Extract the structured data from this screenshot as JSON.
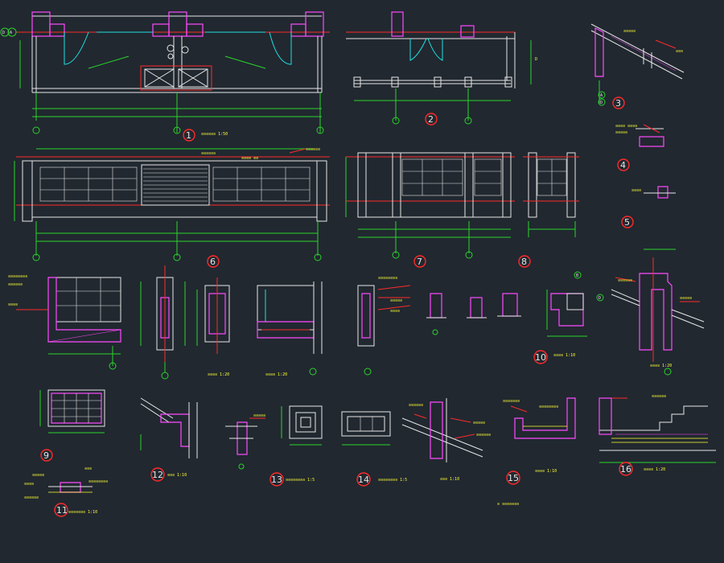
{
  "drawing": {
    "background": "#212830",
    "colors": {
      "wall": "#ff4aff",
      "line": "#e6e6e6",
      "dim": "#2ad42a",
      "axis": "#ff2a2a",
      "glass": "#1ee0e0",
      "text": "#ffff33"
    },
    "axis_labels": {
      "d_left": "D",
      "a_left": "A",
      "b_right": "B",
      "a_d": "A",
      "d_d": "D",
      "d_right": "D"
    },
    "details": [
      {
        "number": "1"
      },
      {
        "number": "2"
      },
      {
        "number": "3"
      },
      {
        "number": "4"
      },
      {
        "number": "5"
      },
      {
        "number": "6"
      },
      {
        "number": "7"
      },
      {
        "number": "8"
      },
      {
        "number": "9"
      },
      {
        "number": "10"
      },
      {
        "number": "11"
      },
      {
        "number": "12"
      },
      {
        "number": "13"
      },
      {
        "number": "14"
      },
      {
        "number": "15"
      },
      {
        "number": "16"
      }
    ]
  }
}
